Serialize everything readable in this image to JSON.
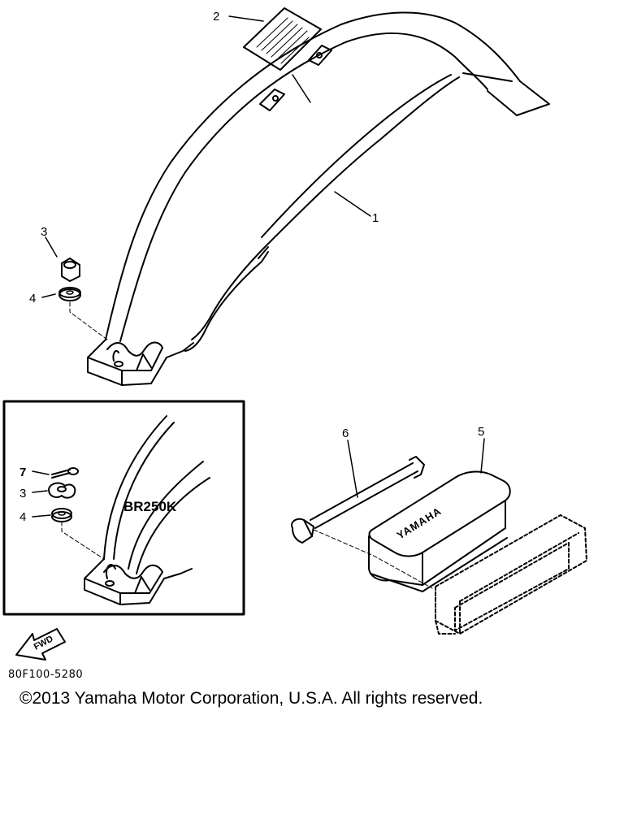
{
  "callouts": {
    "c1": "1",
    "c2": "2",
    "c3": "3",
    "c4": "4",
    "c5": "5",
    "c6": "6",
    "c3b": "3",
    "c4b": "4",
    "c7": "7"
  },
  "inset": {
    "model": "BR250K"
  },
  "battery_text": "YAMAHA",
  "direction": {
    "label": "FWD"
  },
  "part_code": "80F100-5280",
  "copyright": "©2013 Yamaha Motor Corporation, U.S.A. All rights reserved."
}
